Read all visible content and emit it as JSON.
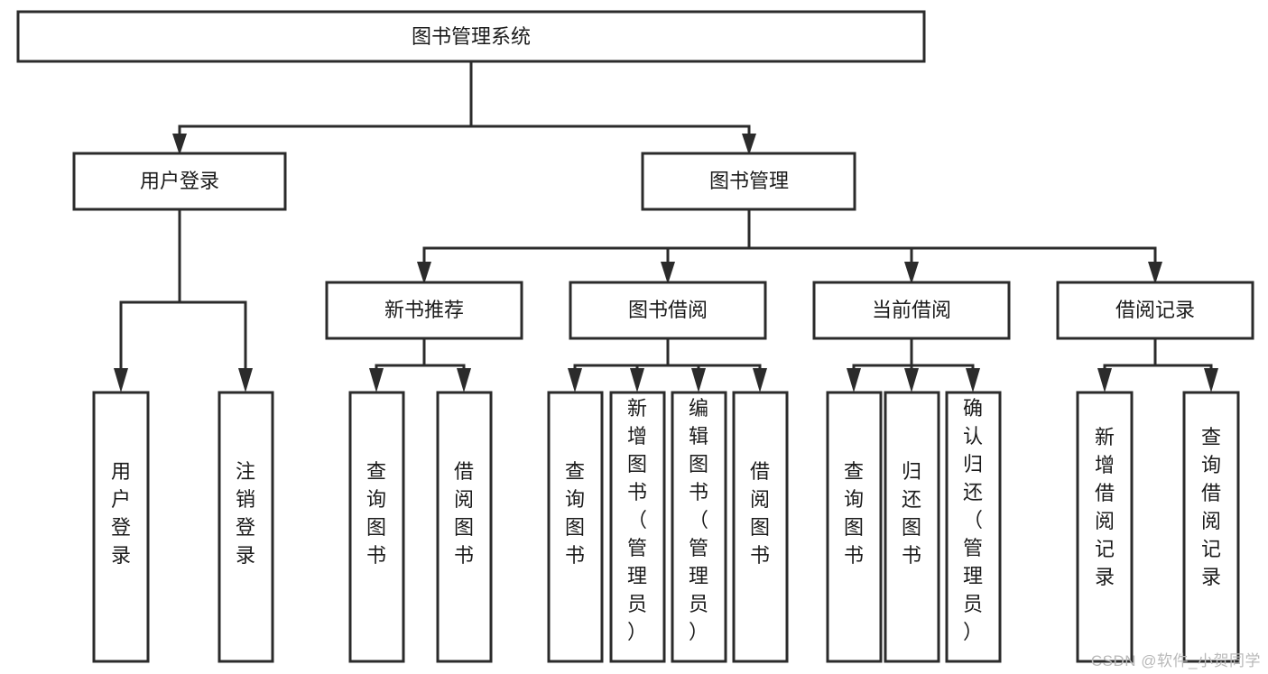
{
  "diagram": {
    "type": "tree",
    "title": "图书管理系统",
    "root": {
      "id": "root",
      "label": "图书管理系统",
      "orientation": "horizontal"
    },
    "level1": [
      {
        "id": "user-login",
        "label": "用户登录",
        "orientation": "horizontal"
      },
      {
        "id": "book-management",
        "label": "图书管理",
        "orientation": "horizontal"
      }
    ],
    "level2": [
      {
        "id": "new-book-recommend",
        "label": "新书推荐",
        "orientation": "horizontal",
        "parent": "book-management"
      },
      {
        "id": "book-borrow",
        "label": "图书借阅",
        "orientation": "horizontal",
        "parent": "book-management"
      },
      {
        "id": "current-borrow",
        "label": "当前借阅",
        "orientation": "horizontal",
        "parent": "book-management"
      },
      {
        "id": "borrow-record",
        "label": "借阅记录",
        "orientation": "horizontal",
        "parent": "book-management"
      }
    ],
    "leaves": [
      {
        "id": "leaf-user-login",
        "label": "用户登录",
        "orientation": "vertical",
        "parent": "user-login"
      },
      {
        "id": "leaf-user-logout",
        "label": "注销登录",
        "orientation": "vertical",
        "parent": "user-login"
      },
      {
        "id": "leaf-query-book-new",
        "label": "查询图书",
        "orientation": "vertical",
        "parent": "new-book-recommend"
      },
      {
        "id": "leaf-borrow-book-new",
        "label": "借阅图书",
        "orientation": "vertical",
        "parent": "new-book-recommend"
      },
      {
        "id": "leaf-query-book-borrow",
        "label": "查询图书",
        "orientation": "vertical",
        "parent": "book-borrow"
      },
      {
        "id": "leaf-add-book-admin",
        "label": "新增图书（管理员）",
        "orientation": "vertical",
        "parent": "book-borrow"
      },
      {
        "id": "leaf-edit-book-admin",
        "label": "编辑图书（管理员）",
        "orientation": "vertical",
        "parent": "book-borrow"
      },
      {
        "id": "leaf-borrow-book",
        "label": "借阅图书",
        "orientation": "vertical",
        "parent": "book-borrow"
      },
      {
        "id": "leaf-query-book-current",
        "label": "查询图书",
        "orientation": "vertical",
        "parent": "current-borrow"
      },
      {
        "id": "leaf-return-book",
        "label": "归还图书",
        "orientation": "vertical",
        "parent": "current-borrow"
      },
      {
        "id": "leaf-confirm-return-admin",
        "label": "确认归还（管理员）",
        "orientation": "vertical",
        "parent": "current-borrow"
      },
      {
        "id": "leaf-add-borrow-record",
        "label": "新增借阅记录",
        "orientation": "vertical",
        "parent": "borrow-record"
      },
      {
        "id": "leaf-query-borrow-record",
        "label": "查询借阅记录",
        "orientation": "vertical",
        "parent": "borrow-record"
      }
    ],
    "colors": {
      "line": "#2b2b2b",
      "box_fill": "#ffffff",
      "text": "#1b1b1b",
      "watermark": "#b9b9b9",
      "background": "#ffffff"
    }
  },
  "watermark": {
    "text": "CSDN @软件_小贺同学"
  }
}
